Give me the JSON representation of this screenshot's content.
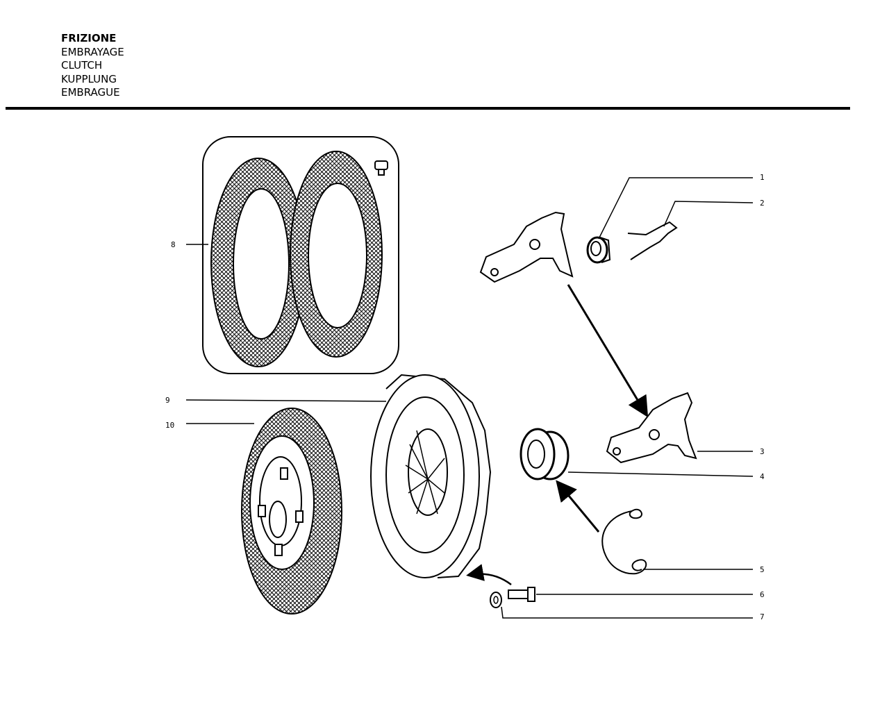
{
  "titles": {
    "it": "FRIZIONE",
    "fr": "EMBRAYAGE",
    "en": "CLUTCH",
    "de": "KUPPLUNG",
    "es": "EMBRAGUE"
  },
  "callouts": [
    "1",
    "2",
    "3",
    "4",
    "5",
    "6",
    "7",
    "8",
    "9",
    "10"
  ],
  "icons": {
    "parts": [
      "clutch-facings-icon",
      "rivet-icon",
      "release-fork-icon",
      "bearing-icon",
      "spring-clip-icon",
      "pressure-plate-icon",
      "clutch-disc-icon",
      "bolt-icon",
      "washer-icon"
    ]
  }
}
